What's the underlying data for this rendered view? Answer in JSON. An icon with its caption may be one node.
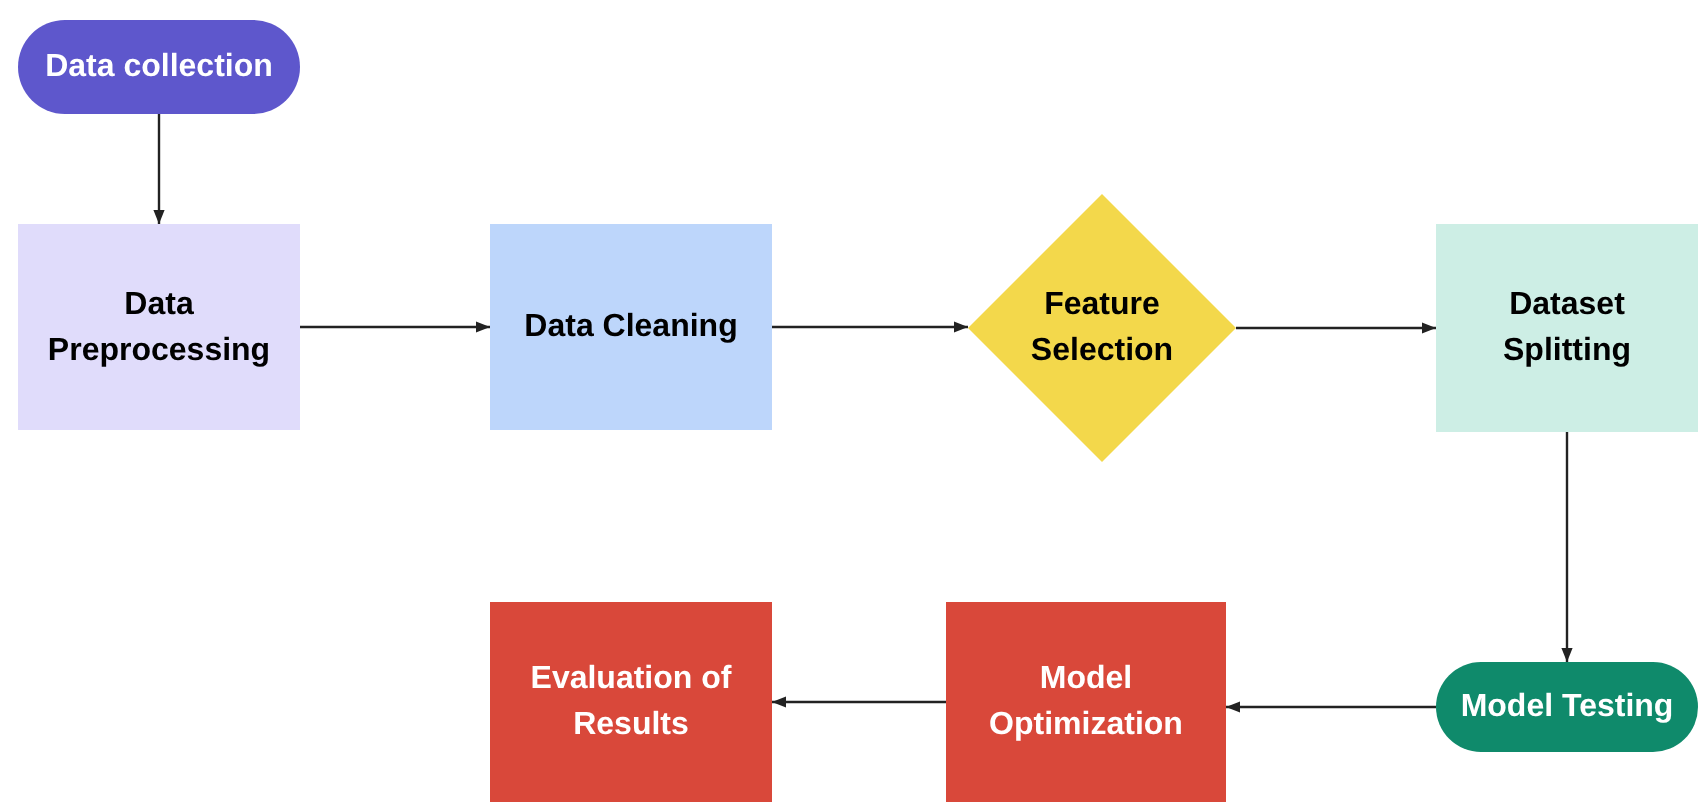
{
  "diagram": {
    "nodes": [
      {
        "text": [
          "Data collection"
        ]
      },
      {
        "text": [
          "Data Preprocessing"
        ]
      },
      {
        "text": [
          "Data Cleaning"
        ]
      },
      {
        "text": [
          "Feature Selection"
        ]
      },
      {
        "text": [
          "Dataset Splitting"
        ]
      },
      {
        "text": [
          "Model Testing"
        ]
      },
      {
        "text": [
          "Model Optimization"
        ]
      },
      {
        "text": [
          "Evaluation of Results"
        ]
      }
    ],
    "edges": [
      {
        "from": 0,
        "to": 1,
        "arrow": "to"
      },
      {
        "from": 1,
        "to": 2,
        "arrow": "to"
      },
      {
        "from": 2,
        "to": 3,
        "arrow": "to"
      },
      {
        "from": 3,
        "to": 4,
        "arrow": "to"
      },
      {
        "from": 4,
        "to": 5,
        "arrow": "to"
      },
      {
        "from": 5,
        "to": 6,
        "arrow": "to"
      },
      {
        "from": 6,
        "to": 7,
        "arrow": "to"
      }
    ]
  }
}
